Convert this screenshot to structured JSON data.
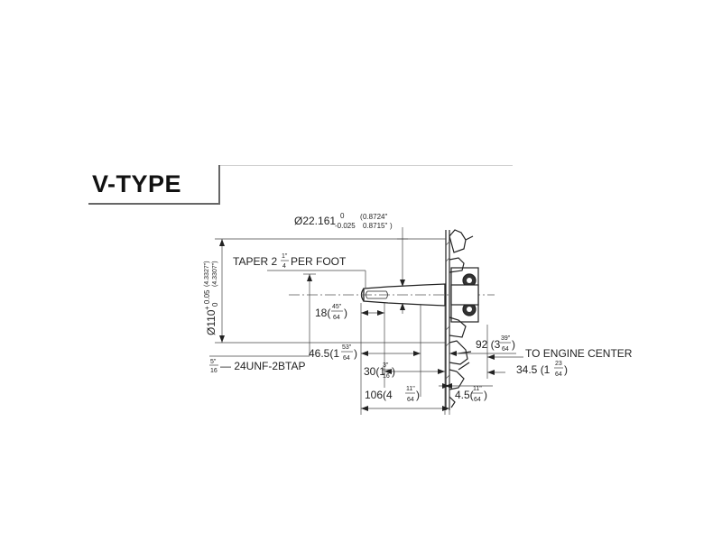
{
  "title": "V-TYPE",
  "labels": {
    "shaft_diameter": "Ø22.161",
    "shaft_diameter_upper_tol": "0",
    "shaft_diameter_lower_tol": "-0.025",
    "shaft_diameter_in_upper": "0.8724\"",
    "shaft_diameter_in_lower": "0.8715\"",
    "taper_prefix": "TAPER 2",
    "taper_frac_num": "1\"",
    "taper_frac_den": "4",
    "taper_suffix": "PER FOOT",
    "pilot_diameter": "Ø110",
    "pilot_tol_upper": "+ 0.05",
    "pilot_tol_lower": "0",
    "pilot_in_upper": "(4.3327\")",
    "pilot_in_lower": "(4.3307\")",
    "tap_frac_num": "5\"",
    "tap_frac_den": "16",
    "tap_spec": "— 24UNF-2BTAP",
    "dim_18": "18(",
    "dim_18_num": "45\"",
    "dim_18_den": "64",
    "dim_46": "46.5(1",
    "dim_46_num": "53\"",
    "dim_46_den": "64",
    "dim_30": "30(1",
    "dim_30_num": "3\"",
    "dim_30_den": "16",
    "dim_106": "106(4",
    "dim_106_num": "11\"",
    "dim_106_den": "64",
    "dim_92": "92 (3",
    "dim_92_num": "39\"",
    "dim_92_den": "64",
    "engine_center": "TO ENGINE CENTER",
    "dim_345": "34.5  (1",
    "dim_345_num": "23",
    "dim_345_den": "64",
    "dim_45": "4.5(",
    "dim_45_num": "11\"",
    "dim_45_den": "64",
    "close_paren": ")"
  }
}
